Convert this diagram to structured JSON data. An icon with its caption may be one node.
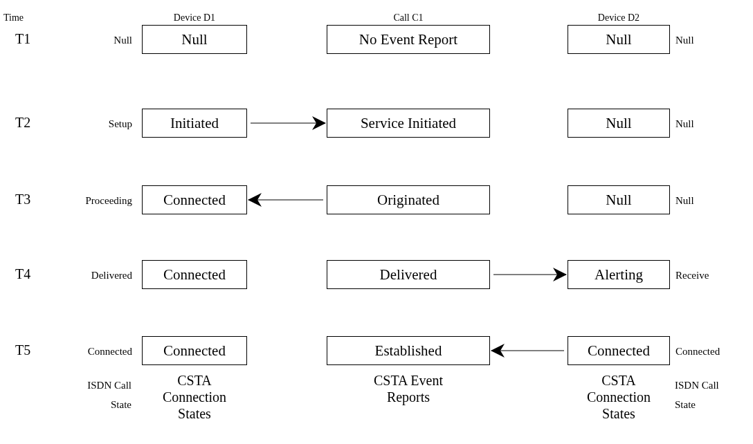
{
  "diagram": {
    "nodes": [
      {
        "text": [
          "Null"
        ],
        "beside": [
          "Null"
        ]
      },
      {
        "text": [
          "No Event Report"
        ]
      },
      {
        "text": [
          "Null"
        ],
        "beside": [
          "Null"
        ]
      },
      {
        "text": [
          "Initiated"
        ],
        "beside": [
          "Setup"
        ]
      },
      {
        "text": [
          "Service Initiated"
        ]
      },
      {
        "text": [
          "Null"
        ],
        "beside": [
          "Null"
        ]
      },
      {
        "text": [
          "Connected"
        ],
        "beside": [
          "Proceeding"
        ]
      },
      {
        "text": [
          "Originated"
        ]
      },
      {
        "text": [
          "Null"
        ],
        "beside": [
          "Null"
        ]
      },
      {
        "text": [
          "Connected"
        ],
        "beside": [
          "Delivered"
        ]
      },
      {
        "text": [
          "Delivered"
        ]
      },
      {
        "text": [
          "Alerting"
        ],
        "beside": [
          "Receive"
        ]
      },
      {
        "text": [
          "Connected"
        ],
        "beside": [
          "Connected"
        ]
      },
      {
        "text": [
          "Established"
        ]
      },
      {
        "text": [
          "Connected"
        ],
        "beside": [
          "Connected"
        ]
      }
    ],
    "edges": [
      {
        "from": 3,
        "to": 4,
        "arrow": "to"
      },
      {
        "from": 7,
        "to": 6,
        "arrow": "to"
      },
      {
        "from": 10,
        "to": 11,
        "arrow": "to"
      },
      {
        "from": 14,
        "to": 13,
        "arrow": "to"
      }
    ],
    "labels": [
      "Time",
      "Device D1",
      "Call C1",
      "Device D2",
      "T1",
      "T2",
      "T3",
      "T4",
      "T5",
      "ISDN Call State",
      "CSTA Connection States",
      "CSTA Event Reports",
      "CSTA Connection States",
      "ISDN Call State"
    ]
  }
}
